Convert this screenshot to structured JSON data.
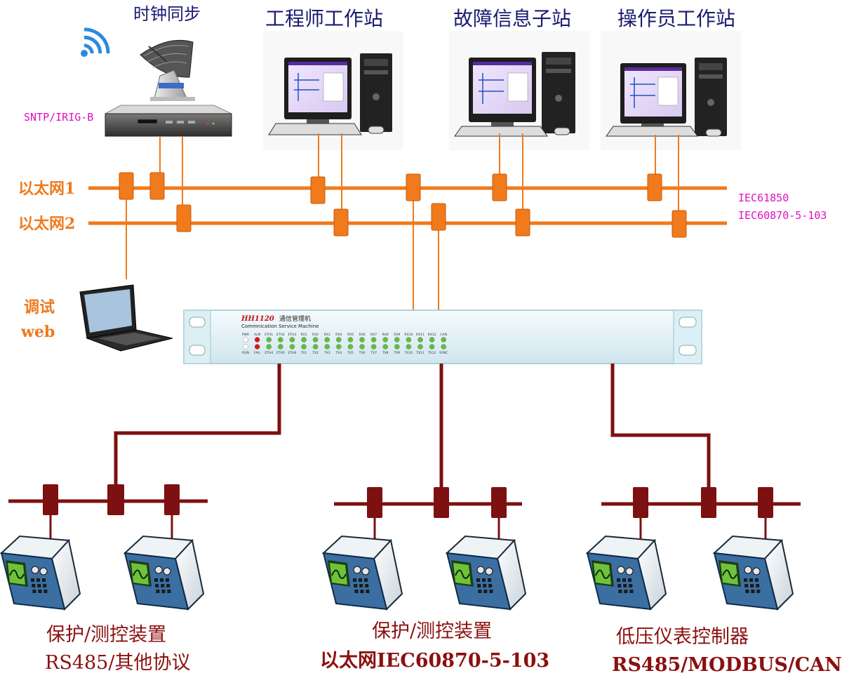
{
  "top_labels": {
    "clock_sync": "时钟同步",
    "engineer_station": "工程师工作站",
    "fault_substation": "故障信息子站",
    "operator_station": "操作员工作站"
  },
  "clock_protocol": "SNTP/IRIG-B",
  "networks": {
    "eth1": "以太网1",
    "eth2": "以太网2",
    "protocol_1": "IEC61850",
    "protocol_2": "IEC60870-5-103"
  },
  "debug": {
    "line1": "调试",
    "line2": "web"
  },
  "comm_machine": {
    "model": "HH1120",
    "name_cn": "通信管理机",
    "name_en": "Commnication Service Machine",
    "top_leds": [
      "PWR",
      "ALM",
      "ETH1",
      "ETH2",
      "ETH3",
      "RX1",
      "RX2",
      "RX3",
      "RX4",
      "RX5",
      "RX6",
      "RX7",
      "RX8",
      "RX9",
      "RX10",
      "RX11",
      "RX12",
      "CAN"
    ],
    "bottom_leds": [
      "RUN",
      "FAIL",
      "ETH4",
      "ETH5",
      "ETH6",
      "TX1",
      "TX2",
      "TX3",
      "TX4",
      "TX5",
      "TX6",
      "TX7",
      "TX8",
      "TX9",
      "TX10",
      "TX11",
      "TX12",
      "SYNC"
    ]
  },
  "groups": [
    {
      "line1": "保护/测控装置",
      "line2": "RS485/其他协议"
    },
    {
      "line1": "保护/测控装置",
      "line2": "以太网IEC60870-5-103"
    },
    {
      "line1": "低压仪表控制器",
      "line2": "RS485/MODBUS/CAN"
    }
  ],
  "colors": {
    "ethernet": "#f07a1c",
    "serial": "#7d1010",
    "text_top": "#1a1a70",
    "text_magenta": "#e010c0"
  }
}
